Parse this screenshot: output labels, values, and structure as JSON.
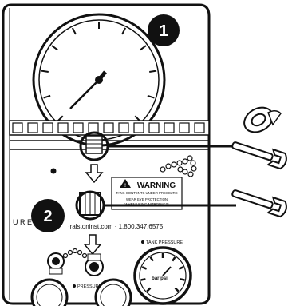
{
  "callouts": [
    "1",
    "2"
  ],
  "warning": {
    "title": "WARNING",
    "line1": "TANK CONTENTS UNDER PRESSURE",
    "line2": "WEAR EYE PROTECTION",
    "line3": "WHEN USING NITROPAK™"
  },
  "website_text": "·ralstoninst.com · 1.800.347.6575",
  "side_letters": "U   R   E   S",
  "tank_pressure_label": "TANK PRESSURE",
  "pressure_port_label": "PRESSURE PORT",
  "small_gauge_text": "bar psi",
  "colors": {
    "line": "#111111",
    "fill": "#ffffff",
    "accent": "#000000"
  },
  "icons": [
    "tape-roll-icon",
    "wrench-icon",
    "wrench-icon"
  ]
}
